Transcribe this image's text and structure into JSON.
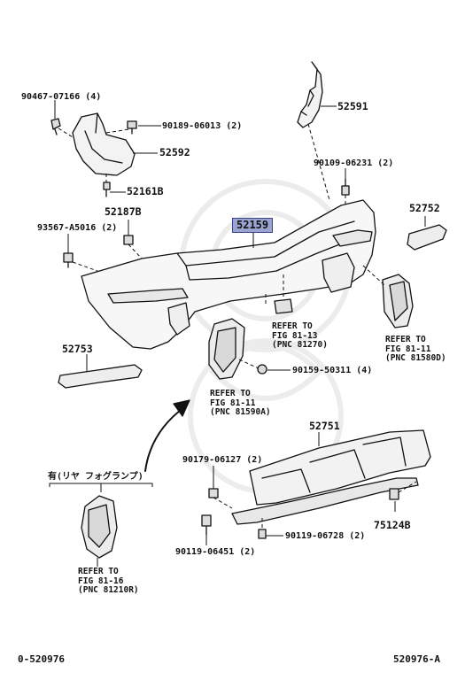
{
  "labels": {
    "p90467": "90467-07166 (4)",
    "p90189": "90189-06013 (2)",
    "p52592": "52592",
    "p52161B": "52161B",
    "p52591": "52591",
    "p90109": "90109-06231 (2)",
    "p52187B": "52187B",
    "p93567": "93567-A5016 (2)",
    "p52159": "52159",
    "p52752": "52752",
    "p52753": "52753",
    "p90159": "90159-50311 (4)",
    "p52751": "52751",
    "p90179": "90179-06127 (2)",
    "p75124B": "75124B",
    "p90119a": "90119-06728 (2)",
    "p90119b": "90119-06451 (2)",
    "fog_note": "有(リヤ フォグランプ)"
  },
  "refs": {
    "r81270": [
      "REFER TO",
      "FIG 81-13",
      "(PNC 81270)"
    ],
    "r81580": [
      "REFER TO",
      "FIG 81-11",
      "(PNC 81580D)"
    ],
    "r81590": [
      "REFER TO",
      "FIG 81-11",
      "(PNC 81590A)"
    ],
    "r81210": [
      "REFER TO",
      "FIG 81-16",
      "(PNC 81210R)"
    ]
  },
  "footer": {
    "left": "0-520976",
    "right": "520976-A"
  },
  "colors": {
    "highlight": "#9aa4cf",
    "ink": "#111111"
  }
}
